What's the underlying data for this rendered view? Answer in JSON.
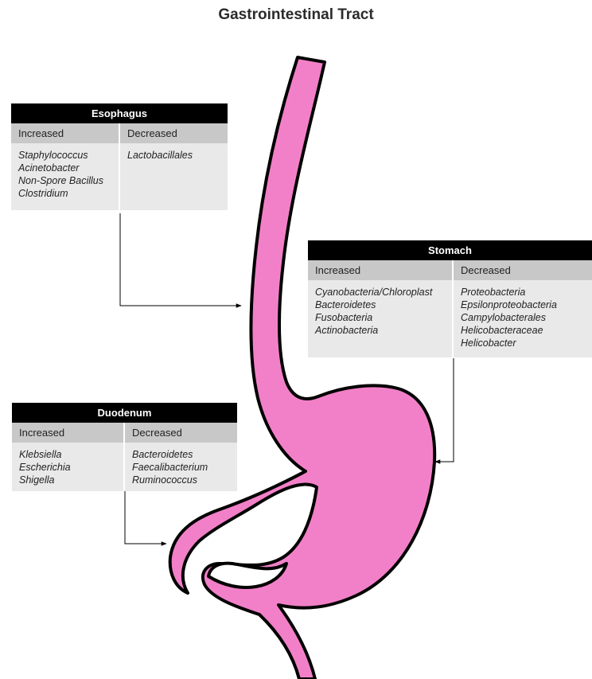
{
  "title": "Gastrointestinal Tract",
  "colors": {
    "organ_fill": "#f280c8",
    "organ_outline": "#000000",
    "header_bg": "#000000",
    "subheader_bg": "#c8c8c8",
    "body_bg": "#e9e9e9"
  },
  "panels": {
    "esophagus": {
      "name": "Esophagus",
      "increased_label": "Increased",
      "decreased_label": "Decreased",
      "increased": [
        "Staphylococcus",
        "Acinetobacter",
        "Non-Spore Bacillus",
        "Clostridium"
      ],
      "decreased": [
        "Lactobacillales"
      ]
    },
    "stomach": {
      "name": "Stomach",
      "increased_label": "Increased",
      "decreased_label": "Decreased",
      "increased": [
        "Cyanobacteria/Chloroplast",
        "Bacteroidetes",
        "Fusobacteria",
        "Actinobacteria"
      ],
      "decreased": [
        "Proteobacteria",
        "Epsilonproteobacteria",
        "Campylobacterales",
        "Helicobacteraceae",
        "Helicobacter"
      ]
    },
    "duodenum": {
      "name": "Duodenum",
      "increased_label": "Increased",
      "decreased_label": "Decreased",
      "increased": [
        "Klebsiella",
        "Escherichia",
        "Shigella"
      ],
      "decreased": [
        "Bacteroidetes",
        "Faecalibacterium",
        "Ruminococcus"
      ]
    }
  }
}
